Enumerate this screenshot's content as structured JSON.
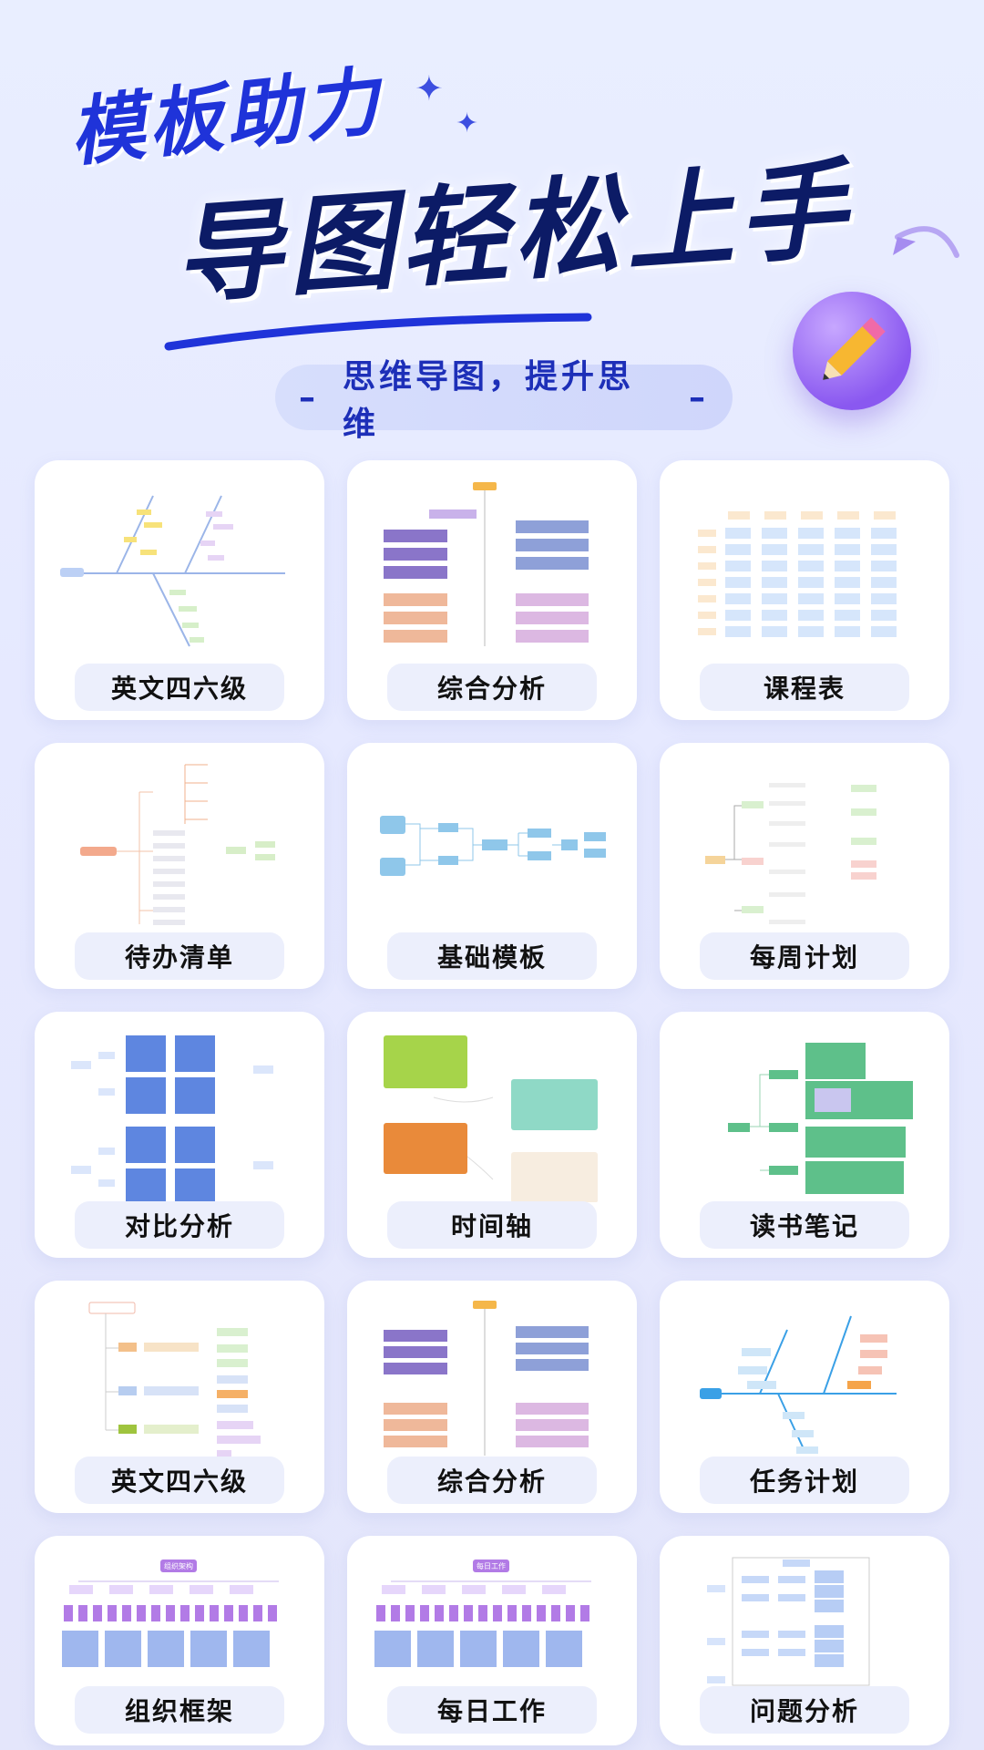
{
  "hero": {
    "title_line1": "模板助力",
    "title_line2": "导图轻松上手",
    "subtitle": "思维导图，提升思维",
    "subtitle_dash_left": "–",
    "subtitle_dash_right": "–"
  },
  "colors": {
    "title1": "#1f33d9",
    "title2": "#0c1b66",
    "accent": "#3d4fe0",
    "label_bg": "#eceffc"
  },
  "icons": {
    "sparkle": "sparkle-icon",
    "pencil": "pencil-icon",
    "arrow": "curved-arrow-icon"
  },
  "cards": [
    {
      "label": "英文四六级",
      "thumb": "fishbone"
    },
    {
      "label": "综合分析",
      "thumb": "analysis"
    },
    {
      "label": "课程表",
      "thumb": "schedule"
    },
    {
      "label": "待办清单",
      "thumb": "todo"
    },
    {
      "label": "基础模板",
      "thumb": "basic"
    },
    {
      "label": "每周计划",
      "thumb": "weekly"
    },
    {
      "label": "对比分析",
      "thumb": "compare"
    },
    {
      "label": "时间轴",
      "thumb": "timeline"
    },
    {
      "label": "读书笔记",
      "thumb": "reading"
    },
    {
      "label": "英文四六级",
      "thumb": "english2"
    },
    {
      "label": "综合分析",
      "thumb": "analysis"
    },
    {
      "label": "任务计划",
      "thumb": "fishbone2"
    },
    {
      "label": "组织框架",
      "thumb": "org",
      "header": "组织架构"
    },
    {
      "label": "每日工作",
      "thumb": "org",
      "header": "每日工作"
    },
    {
      "label": "问题分析",
      "thumb": "problem"
    }
  ]
}
